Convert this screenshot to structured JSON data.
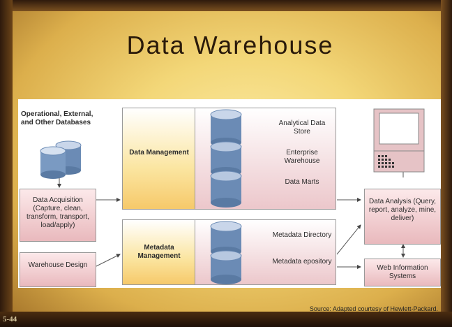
{
  "slide": {
    "title": "Data Warehouse",
    "source": "Source: Adapted courtesy of Hewlett-Packard.",
    "slide_number": "5-44"
  },
  "diagram": {
    "sources_label": "Operational, External, and Other Databases",
    "acquisition": "Data Acquisition (Capture, clean, transform, transport, load/apply)",
    "warehouse_design": "Warehouse Design",
    "data_management": "Data Management",
    "analytical_store": "Analytical Data Store",
    "enterprise_warehouse": "Enterprise Warehouse",
    "data_marts": "Data Marts",
    "metadata_management": "Metadata Management",
    "metadata_directory": "Metadata Directory",
    "metadata_repository": "Metadata epository",
    "data_analysis": "Data Analysis (Query, report, analyze, mine, deliver)",
    "web_systems": "Web Information Systems"
  },
  "colors": {
    "pink_fill": "#e9b9bd",
    "yellow_fill": "#f6c96a",
    "cylinder_blue": "#6b8bb5"
  }
}
